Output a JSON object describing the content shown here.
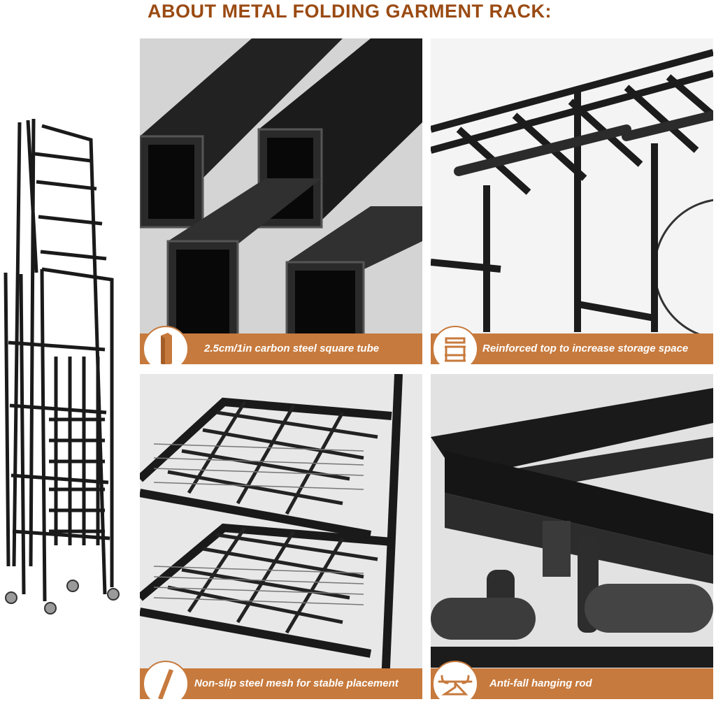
{
  "title": "ABOUT METAL FOLDING GARMENT RACK:",
  "panels": [
    {
      "caption": "2.5cm/1in carbon steel square tube",
      "icon": "square-tube-icon"
    },
    {
      "caption": "Reinforced top to increase storage space",
      "icon": "rack-top-icon"
    },
    {
      "caption": "Non-slip steel mesh for stable placement",
      "icon": "steel-bar-icon"
    },
    {
      "caption": "Anti-fall hanging rod",
      "icon": "hanger-icon"
    }
  ],
  "colors": {
    "accent": "#c77a3d",
    "title": "#9a4a12",
    "steel": "#1c1c1c"
  }
}
